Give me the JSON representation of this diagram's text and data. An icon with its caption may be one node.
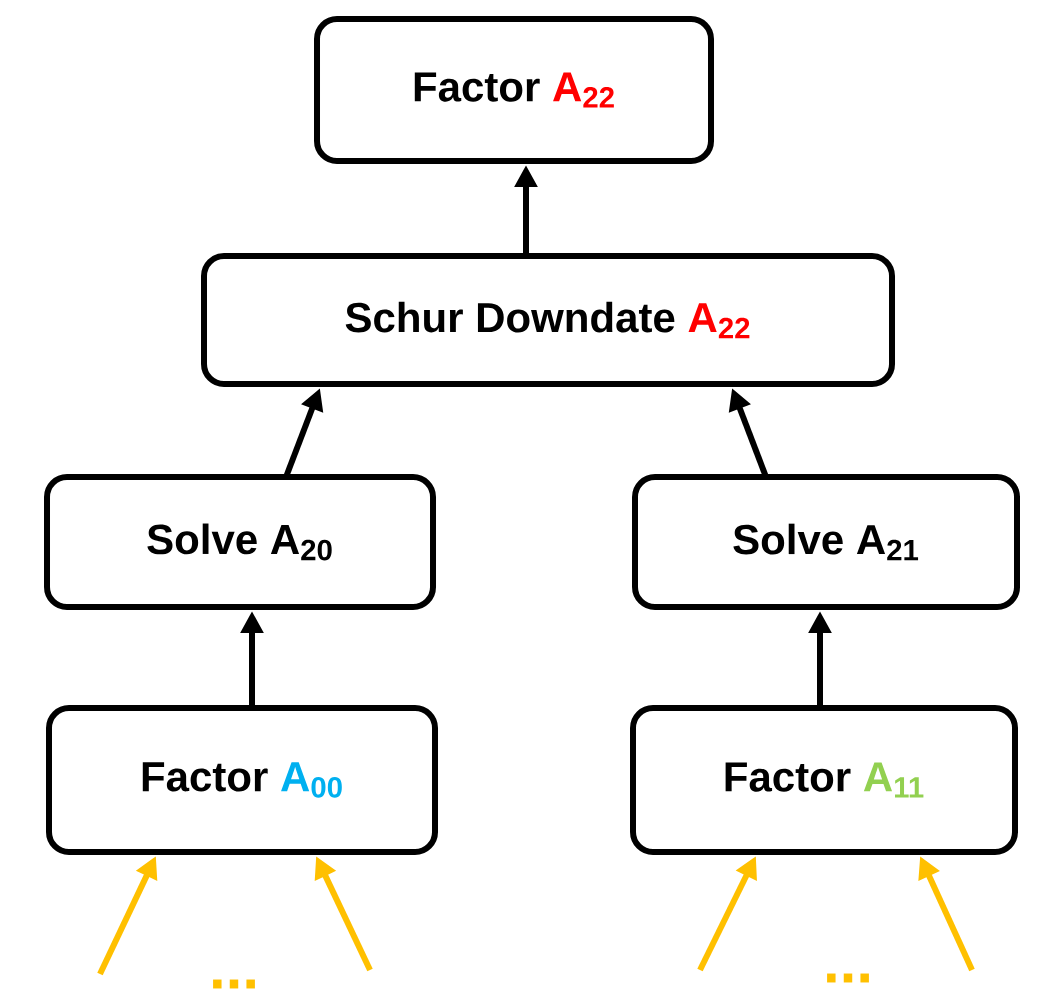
{
  "diagram": {
    "nodes": [
      {
        "text": [
          "Factor",
          "A$_{22}$"
        ]
      },
      {
        "text": [
          "Schur Downdate",
          "A$_{22}$"
        ]
      },
      {
        "text": [
          "Solve",
          "A$_{20}$"
        ]
      },
      {
        "text": [
          "Solve",
          "A$_{21}$"
        ]
      },
      {
        "text": [
          "Factor",
          "A$_{00}$"
        ]
      },
      {
        "text": [
          "Factor",
          "A$_{11}$"
        ]
      }
    ],
    "edges": [
      {
        "from": 1,
        "to": 0,
        "arrow": "to"
      },
      {
        "from": 2,
        "to": 1,
        "arrow": "to"
      },
      {
        "from": 3,
        "to": 1,
        "arrow": "to"
      },
      {
        "from": 4,
        "to": 2,
        "arrow": "to"
      },
      {
        "from": 5,
        "to": 3,
        "arrow": "to"
      },
      {
        "from": null,
        "to": 4,
        "arrow": "to",
        "color": "#ffc000"
      },
      {
        "from": null,
        "to": 4,
        "arrow": "to",
        "color": "#ffc000"
      },
      {
        "from": null,
        "to": 5,
        "arrow": "to",
        "color": "#ffc000"
      },
      {
        "from": null,
        "to": 5,
        "arrow": "to",
        "color": "#ffc000"
      }
    ],
    "labels": [
      "...",
      "..."
    ]
  }
}
